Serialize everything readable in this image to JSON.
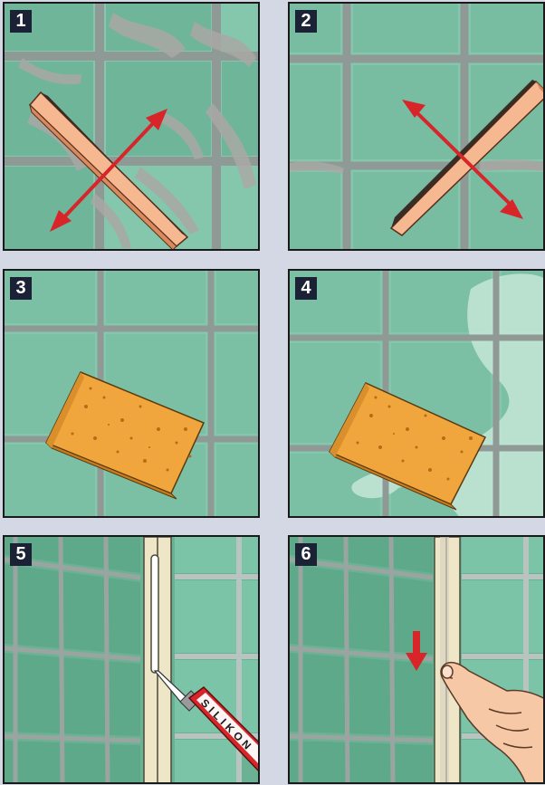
{
  "panels": [
    {
      "number": "1"
    },
    {
      "number": "2"
    },
    {
      "number": "3"
    },
    {
      "number": "4"
    },
    {
      "number": "5",
      "tube_label": "SILIKON"
    },
    {
      "number": "6"
    }
  ],
  "colors": {
    "tile": "#7fc3a8",
    "grout": "#8a9591",
    "arrow": "#d8252a",
    "sponge": "#f0a63c",
    "squeegee": "#f4b48a",
    "background": "#d3d8e4",
    "badge": "#1c2236"
  }
}
